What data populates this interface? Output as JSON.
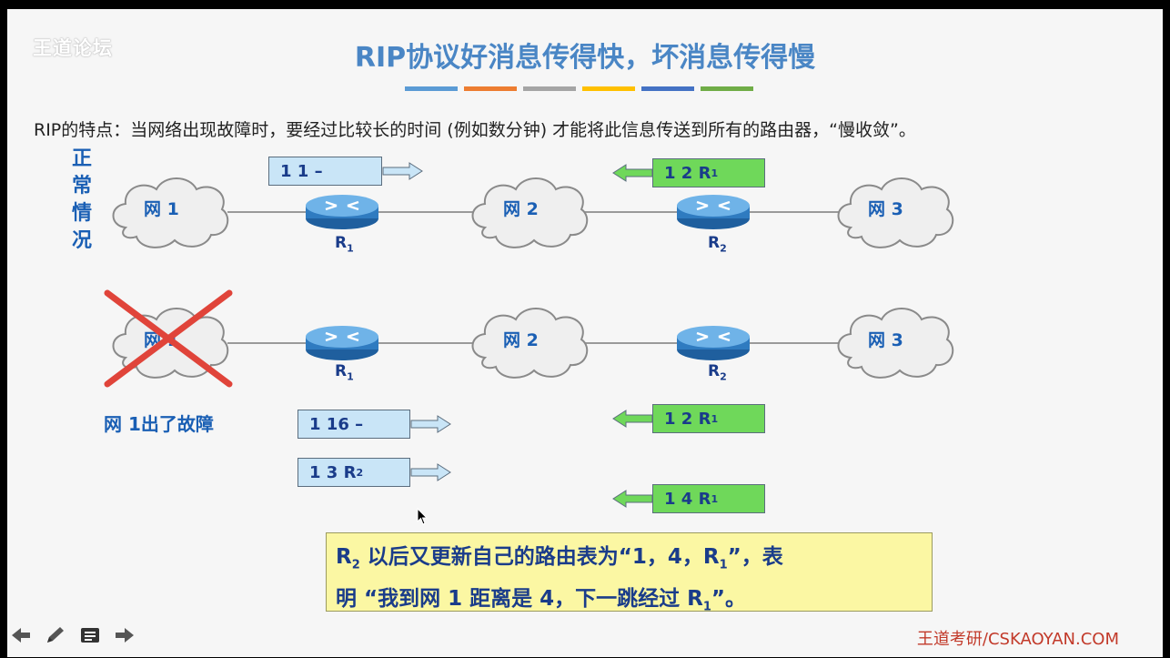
{
  "watermark": "王道论坛",
  "title": "RIP协议好消息传得快，坏消息传得慢",
  "title_bar_colors": [
    "#5b9bd5",
    "#ed7d31",
    "#a5a5a5",
    "#ffc000",
    "#4472c4",
    "#70ad47"
  ],
  "description": "RIP的特点：当网络出现故障时，要经过比较长的时间 (例如数分钟) 才能将此信息传送到所有的路由器，“慢收敛”。",
  "normal_label": [
    "正",
    "常",
    "情",
    "况"
  ],
  "fault_label": "网 1出了故障",
  "networks": {
    "row1": [
      "网 1",
      "网 2",
      "网 3"
    ],
    "row2": [
      "网 1",
      "网 2",
      "网 3"
    ]
  },
  "routers": {
    "r1": {
      "main": "R",
      "sub": "1"
    },
    "r2": {
      "main": "R",
      "sub": "2"
    }
  },
  "messages": {
    "m1": {
      "main": "1  1  –",
      "sub": ""
    },
    "m2": {
      "main": "1  2  R",
      "sub": "1"
    },
    "m3": {
      "main": "1  16  –",
      "sub": ""
    },
    "m4": {
      "main": "1  2  R",
      "sub": "1"
    },
    "m5": {
      "main": "1  3  R",
      "sub": "2"
    },
    "m6": {
      "main": "1  4  R",
      "sub": "1"
    }
  },
  "callout": {
    "line1_a": "R",
    "line1_a_sub": "2",
    "line1_b": " 以后又更新自己的路由表为“1，4，R",
    "line1_b_sub": "1",
    "line1_c": "”，表",
    "line2_a": "明 “我到网 1 距离是 4，下一跳经过 R",
    "line2_a_sub": "1",
    "line2_b": "”。"
  },
  "footer": "王道考研/CSKAOYAN.COM",
  "nav": [
    "arrow-left-icon",
    "pen-icon",
    "notes-icon",
    "arrow-right-icon"
  ],
  "colors": {
    "accent": "#4a86c5",
    "label": "#1a5fb4",
    "msg_blue": "#c9e5f7",
    "msg_green": "#6fd85a",
    "callout": "#fbf7a3",
    "cross": "#e0443a"
  }
}
